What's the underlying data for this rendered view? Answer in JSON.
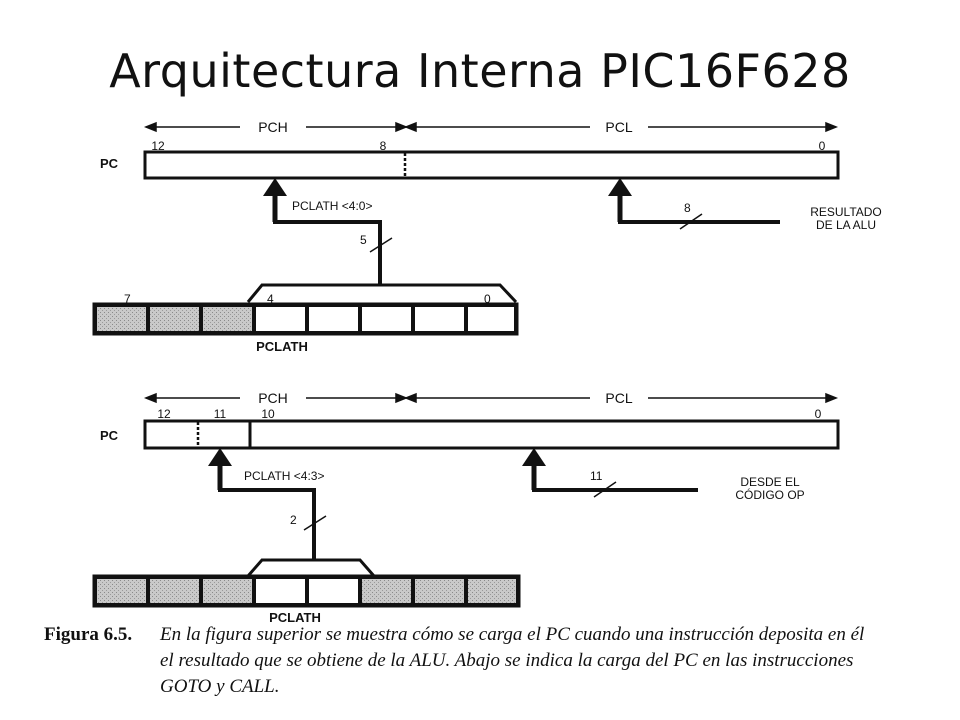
{
  "title": "Arquitectura Interna PIC16F628",
  "top": {
    "pch_label": "PCH",
    "pcl_label": "PCL",
    "pc_label": "PC",
    "bit12": "12",
    "bit8": "8",
    "bit0": "0",
    "pclath_bus_label": "PCLATH <4:0>",
    "bus_width_pclath": "5",
    "bus_width_alu": "8",
    "alu_source_line1": "RESULTADO",
    "alu_source_line2": "DE LA ALU",
    "reg_bit7": "7",
    "reg_bit4": "4",
    "reg_bit0": "0",
    "reg_name": "PCLATH"
  },
  "bottom": {
    "pch_label": "PCH",
    "pcl_label": "PCL",
    "pc_label": "PC",
    "bit12": "12",
    "bit11": "11",
    "bit10": "10",
    "bit0": "0",
    "pclath_bus_label": "PCLATH <4:3>",
    "bus_width_pclath": "2",
    "bus_width_op": "11",
    "op_source_line1": "DESDE EL",
    "op_source_line2": "CÓDIGO OP",
    "reg_name": "PCLATH"
  },
  "caption": {
    "label": "Figura 6.5.",
    "line1": "En la figura superior se muestra cómo se carga el PC cuando una instrucción deposita en él",
    "line2": "el resultado que se obtiene de la ALU. Abajo se indica la carga del PC en las instrucciones",
    "line3": "GOTO y CALL."
  }
}
